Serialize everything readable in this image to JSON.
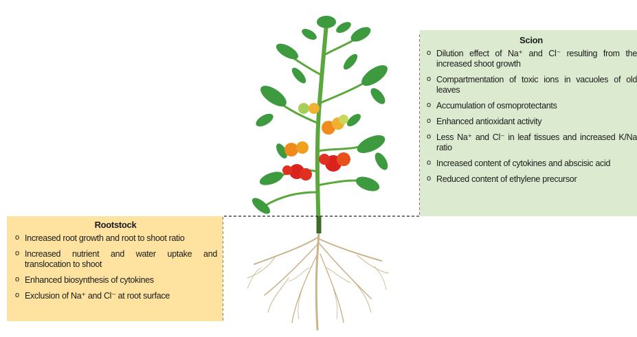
{
  "scion": {
    "title": "Scion",
    "items": [
      "Dilution effect of Na⁺ and Cl⁻ resulting from the increased shoot growth",
      "Compartmentation of toxic ions in vacuoles of old leaves",
      "Accumulation of osmoprotectants",
      "Enhanced antioxidant activity",
      "Less Na⁺ and Cl⁻ in leaf tissues and increased K/Na ratio",
      "Increased content of cytokines and abscisic acid",
      "Reduced content of ethylene precursor"
    ]
  },
  "rootstock": {
    "title": "Rootstock",
    "items": [
      "Increased root growth and root to shoot ratio",
      "Increased nutrient and water uptake and translocation to shoot",
      "Enhanced biosynthesis of cytokines",
      "Exclusion of Na⁺ and Cl⁻ at root surface"
    ]
  },
  "colors": {
    "scion_panel": "#dcebd0",
    "rootstock_panel": "#fde2a0",
    "leaf": "#3d9a3f",
    "stem": "#5aa83c",
    "root": "#c9b48c",
    "tomato_red": "#d9231c",
    "tomato_orange": "#f08a1c",
    "tomato_green": "#a6cf5a"
  },
  "icons": [
    "tomato-plant-illustration",
    "root-system-illustration"
  ]
}
